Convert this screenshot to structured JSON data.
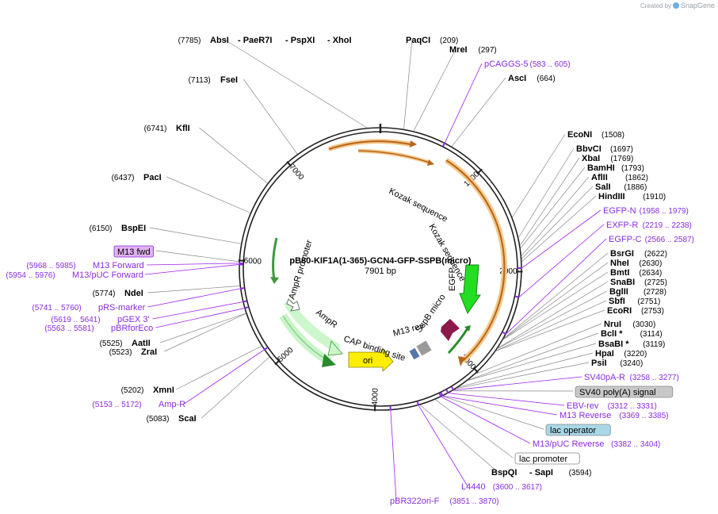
{
  "credit": {
    "prefix": "Created by",
    "brand": "SnapGene"
  },
  "plasmid": {
    "name": "pB80-KIF1A(1-365)-GCN4-GFP-SSPB(micro)",
    "length": "7901 bp"
  },
  "ring_ticks": [
    "1000",
    "2000",
    "3000",
    "4000",
    "5000",
    "6000",
    "7000"
  ],
  "inner_features": {
    "kozak1": "Kozak sequence",
    "kozak2": "Kozak sequence",
    "egfp": "EGFP",
    "sspb": "SspB micro",
    "m13rev": "M13 rev",
    "cap": "CAP binding site",
    "ori": "ori",
    "ampr": "AmpR",
    "amprp": "AmpR promoter"
  },
  "labels_right": [
    {
      "name": "PaqCI",
      "pos": "(209)"
    },
    {
      "name": "MreI",
      "pos": "(297)"
    },
    {
      "name": "pCAGGS-5",
      "pos": "(583 .. 605)",
      "kind": "primer"
    },
    {
      "name": "AscI",
      "pos": "(664)"
    },
    {
      "name": "EcoNI",
      "pos": "(1508)"
    },
    {
      "name": "BbvCI",
      "pos": "(1697)"
    },
    {
      "name": "XbaI",
      "pos": "(1769)"
    },
    {
      "name": "BamHI",
      "pos": "(1793)"
    },
    {
      "name": "AflII",
      "pos": "(1862)"
    },
    {
      "name": "SalI",
      "pos": "(1886)"
    },
    {
      "name": "HindIII",
      "pos": "(1910)"
    },
    {
      "name": "EGFP-N",
      "pos": "(1958 .. 1979)",
      "kind": "primer"
    },
    {
      "name": "EXFP-R",
      "pos": "(2219 .. 2238)",
      "kind": "primer"
    },
    {
      "name": "EGFP-C",
      "pos": "(2566 .. 2587)",
      "kind": "primer"
    },
    {
      "name": "BsrGI",
      "pos": "(2622)"
    },
    {
      "name": "NheI",
      "pos": "(2630)"
    },
    {
      "name": "BmtI",
      "pos": "(2634)"
    },
    {
      "name": "SnaBI",
      "pos": "(2725)"
    },
    {
      "name": "BglII",
      "pos": "(2728)"
    },
    {
      "name": "SbfI",
      "pos": "(2751)"
    },
    {
      "name": "EcoRI",
      "pos": "(2753)"
    },
    {
      "name": "NruI",
      "pos": "(3030)"
    },
    {
      "name": "BclI *",
      "pos": "(3114)"
    },
    {
      "name": "BsaBI *",
      "pos": "(3119)"
    },
    {
      "name": "HpaI",
      "pos": "(3220)"
    },
    {
      "name": "PsiI",
      "pos": "(3240)"
    },
    {
      "name": "SV40pA-R",
      "pos": "(3258 .. 3277)",
      "kind": "primer"
    },
    {
      "name": "SV40 poly(A) signal",
      "pos": "",
      "kind": "box-gray"
    },
    {
      "name": "EBV-rev",
      "pos": "(3312 .. 3331)",
      "kind": "primer"
    },
    {
      "name": "M13 Reverse",
      "pos": "(3369 .. 3385)",
      "kind": "primer"
    },
    {
      "name": "lac operator",
      "pos": "",
      "kind": "box-blue"
    },
    {
      "name": "M13/pUC Reverse",
      "pos": "(3382 .. 3404)",
      "kind": "primer"
    },
    {
      "name": "lac promoter",
      "pos": "",
      "kind": "box-white"
    },
    {
      "name": "BspQI",
      "pos": "",
      "kind": "enzyme"
    },
    {
      "name": "- SapI",
      "pos": "(3594)"
    },
    {
      "name": "L4440",
      "pos": "(3600 .. 3617)",
      "kind": "primer"
    },
    {
      "name": "pBR322ori-F",
      "pos": "(3851 .. 3870)",
      "kind": "primer"
    }
  ],
  "labels_left": [
    {
      "name": "AbsI",
      "pos": "(7785)"
    },
    {
      "name": "- PaeR7I",
      "pos": ""
    },
    {
      "name": "- PspXI",
      "pos": ""
    },
    {
      "name": "- XhoI",
      "pos": ""
    },
    {
      "name": "FseI",
      "pos": "(7113)"
    },
    {
      "name": "KflI",
      "pos": "(6741)"
    },
    {
      "name": "PacI",
      "pos": "(6437)"
    },
    {
      "name": "BspEI",
      "pos": "(6150)"
    },
    {
      "name": "M13 fwd",
      "pos": "",
      "kind": "box-purple"
    },
    {
      "name": "M13 Forward",
      "pos": "(5968 .. 5985)",
      "kind": "primer"
    },
    {
      "name": "M13/pUC Forward",
      "pos": "(5954 .. 5976)",
      "kind": "primer"
    },
    {
      "name": "NdeI",
      "pos": "(5774)"
    },
    {
      "name": "pRS-marker",
      "pos": "(5741 .. 5760)",
      "kind": "primer"
    },
    {
      "name": "pGEX 3'",
      "pos": "(5619 .. 5641)",
      "kind": "primer"
    },
    {
      "name": "pBRforEco",
      "pos": "(5563 .. 5581)",
      "kind": "primer"
    },
    {
      "name": "AatII",
      "pos": "(5525)"
    },
    {
      "name": "ZraI",
      "pos": "(5523)"
    },
    {
      "name": "XmnI",
      "pos": "(5202)"
    },
    {
      "name": "Amp-R",
      "pos": "(5153 .. 5172)",
      "kind": "primer"
    },
    {
      "name": "ScaI",
      "pos": "(5083)"
    }
  ],
  "colors": {
    "primer": "#8a2be2",
    "egfp": "#22cc22",
    "sspb": "#8b1a4a",
    "ori": "#ffee00",
    "feature_arrow": "#b8651b",
    "ampr": "#a8f0a8"
  }
}
